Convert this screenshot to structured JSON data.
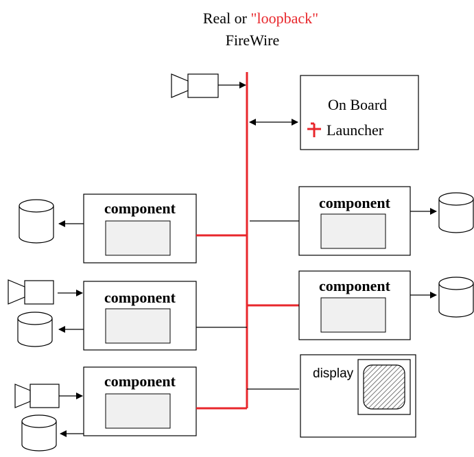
{
  "title": {
    "line1_prefix": "Real or ",
    "line1_highlight": "\"loopback\"",
    "line2": "FireWire"
  },
  "launcher": {
    "line1": "On Board",
    "line2": "Launcher"
  },
  "components": [
    {
      "label": "component",
      "side": "left",
      "inputs": [],
      "outputs": [
        "storage"
      ]
    },
    {
      "label": "component",
      "side": "left",
      "inputs": [
        "camera"
      ],
      "outputs": [
        "storage"
      ]
    },
    {
      "label": "component",
      "side": "left",
      "inputs": [
        "camera"
      ],
      "outputs": [
        "storage"
      ]
    },
    {
      "label": "component",
      "side": "right",
      "inputs": [],
      "outputs": [
        "storage"
      ]
    },
    {
      "label": "component",
      "side": "right",
      "inputs": [],
      "outputs": [
        "storage"
      ]
    }
  ],
  "display": {
    "label": "display"
  },
  "colors": {
    "bus": "#e8262b",
    "highlight_text": "#e8262b",
    "box_stroke": "#000000",
    "inner_fill": "#f0f0f0",
    "screen_fill": "#dcdcdc"
  }
}
